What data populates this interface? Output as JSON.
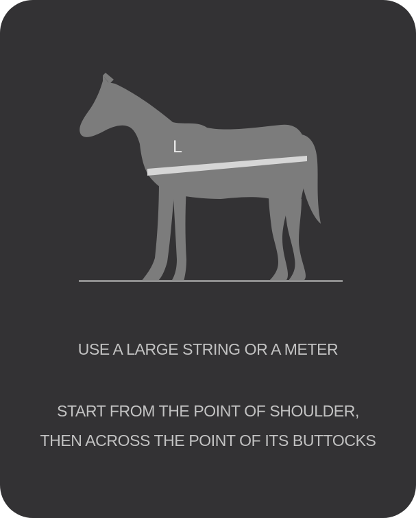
{
  "measurement": {
    "label": "L"
  },
  "instructions": {
    "line1": "USE A LARGE STRING OR A METER",
    "line2": "START FROM THE POINT OF SHOULDER,",
    "line3": "THEN ACROSS THE POINT OF ITS BUTTOCKS"
  },
  "colors": {
    "background": "#333234",
    "horse": "#7c7c7c",
    "measure_band": "#d6d6d6",
    "ground": "#8e8e8e",
    "text": "#c2c2c2"
  }
}
